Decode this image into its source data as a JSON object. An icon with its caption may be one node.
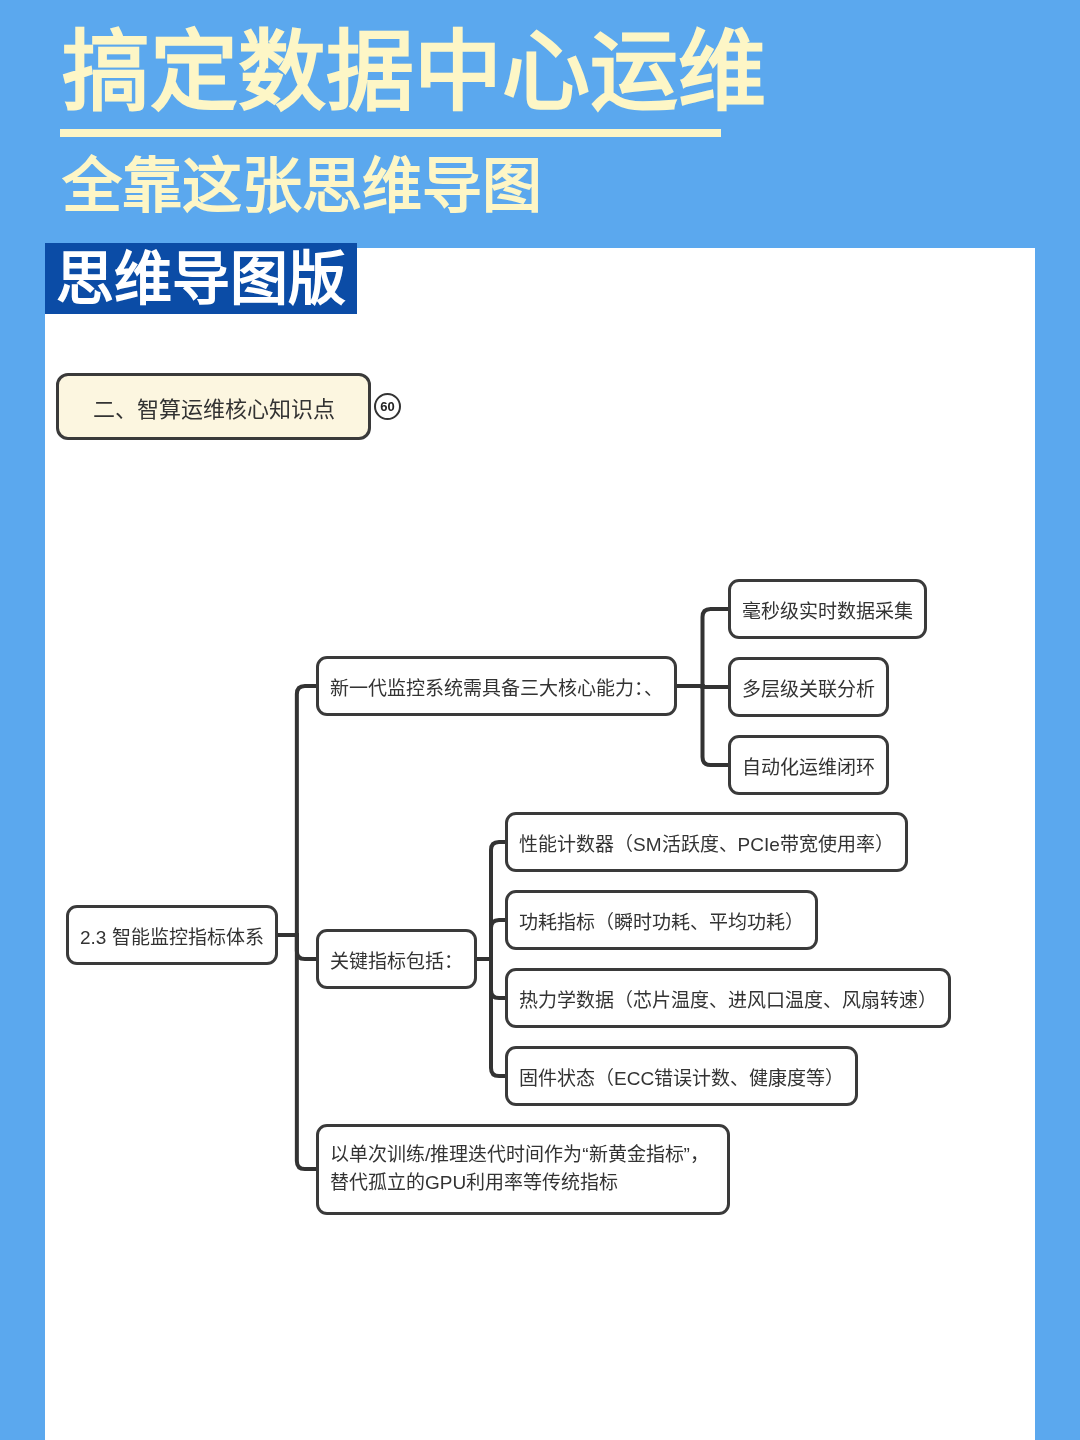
{
  "diagram": {
    "title": "搞定数据中心运维",
    "nodes": [
      {
        "text": [
          "思维导图版"
        ]
      },
      {
        "text": [
          "二、智算运维核心知识点"
        ]
      },
      {
        "text": [
          "60"
        ]
      },
      {
        "text": [
          "2.3 智能监控指标体系"
        ]
      },
      {
        "text": [
          "新一代监控系统需具备三大核心能力：、"
        ]
      },
      {
        "text": [
          "毫秒级实时数据采集"
        ]
      },
      {
        "text": [
          "多层级关联分析"
        ]
      },
      {
        "text": [
          "自动化运维闭环"
        ]
      },
      {
        "text": [
          "关键指标包括："
        ]
      },
      {
        "text": [
          "性能计数器（SM活跃度、PCIe带宽使用率）"
        ]
      },
      {
        "text": [
          "功耗指标（瞬时功耗、平均功耗）"
        ]
      },
      {
        "text": [
          "热力学数据（芯片温度、进风口温度、风扇转速）"
        ]
      },
      {
        "text": [
          "固件状态（ECC错误计数、健康度等）"
        ]
      },
      {
        "text": [
          "以单次训练/推理迭代时间作为“新黄金指标”，替代孤立的GPU利用率等传统指标"
        ]
      }
    ],
    "edges": [
      {
        "from": 3,
        "to": 4,
        "arrow": "none"
      },
      {
        "from": 3,
        "to": 8,
        "arrow": "none"
      },
      {
        "from": 3,
        "to": 13,
        "arrow": "none"
      },
      {
        "from": 4,
        "to": 5,
        "arrow": "none"
      },
      {
        "from": 4,
        "to": 6,
        "arrow": "none"
      },
      {
        "from": 4,
        "to": 7,
        "arrow": "none"
      },
      {
        "from": 8,
        "to": 9,
        "arrow": "none"
      },
      {
        "from": 8,
        "to": 10,
        "arrow": "none"
      },
      {
        "from": 8,
        "to": 11,
        "arrow": "none"
      },
      {
        "from": 8,
        "to": 12,
        "arrow": "none"
      }
    ],
    "labels": [
      "全靠这张思维导图"
    ]
  }
}
